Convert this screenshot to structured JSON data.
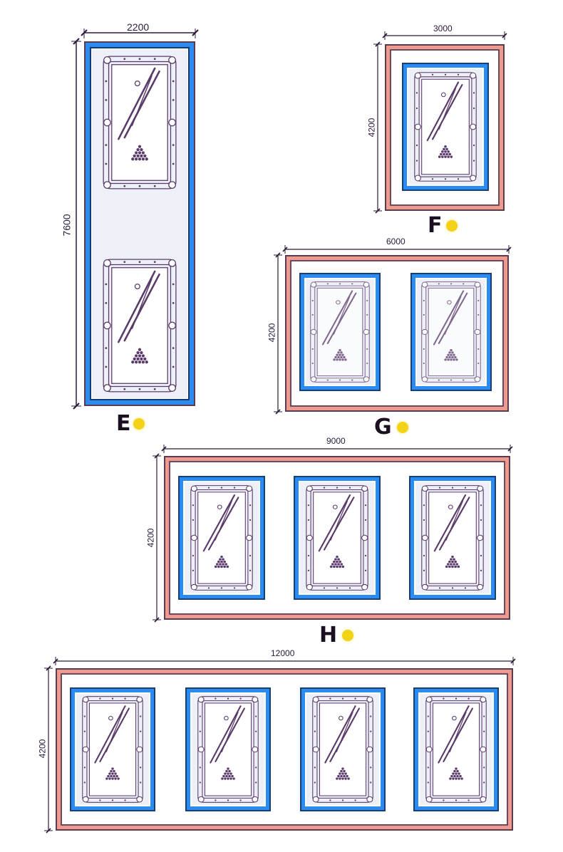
{
  "colors": {
    "room_border": "#ef9a8e",
    "zone_border": "#2a8cf2",
    "table_stroke": "#5a3a6a",
    "marker": "#f3d317"
  },
  "icons": {
    "table": "billiard-table-icon",
    "marker": "yellow-dot-icon"
  },
  "layouts": [
    {
      "id": "E",
      "label": "E",
      "width_label": "2200",
      "height_label": "7600",
      "tables": 2
    },
    {
      "id": "F",
      "label": "F",
      "width_label": "3000",
      "height_label": "4200",
      "tables": 1
    },
    {
      "id": "G",
      "label": "G",
      "width_label": "6000",
      "height_label": "4200",
      "tables": 2
    },
    {
      "id": "H",
      "label": "H",
      "width_label": "9000",
      "height_label": "4200",
      "tables": 3
    },
    {
      "id": "I",
      "label": "",
      "width_label": "12000",
      "height_label": "4200",
      "tables": 4
    }
  ]
}
